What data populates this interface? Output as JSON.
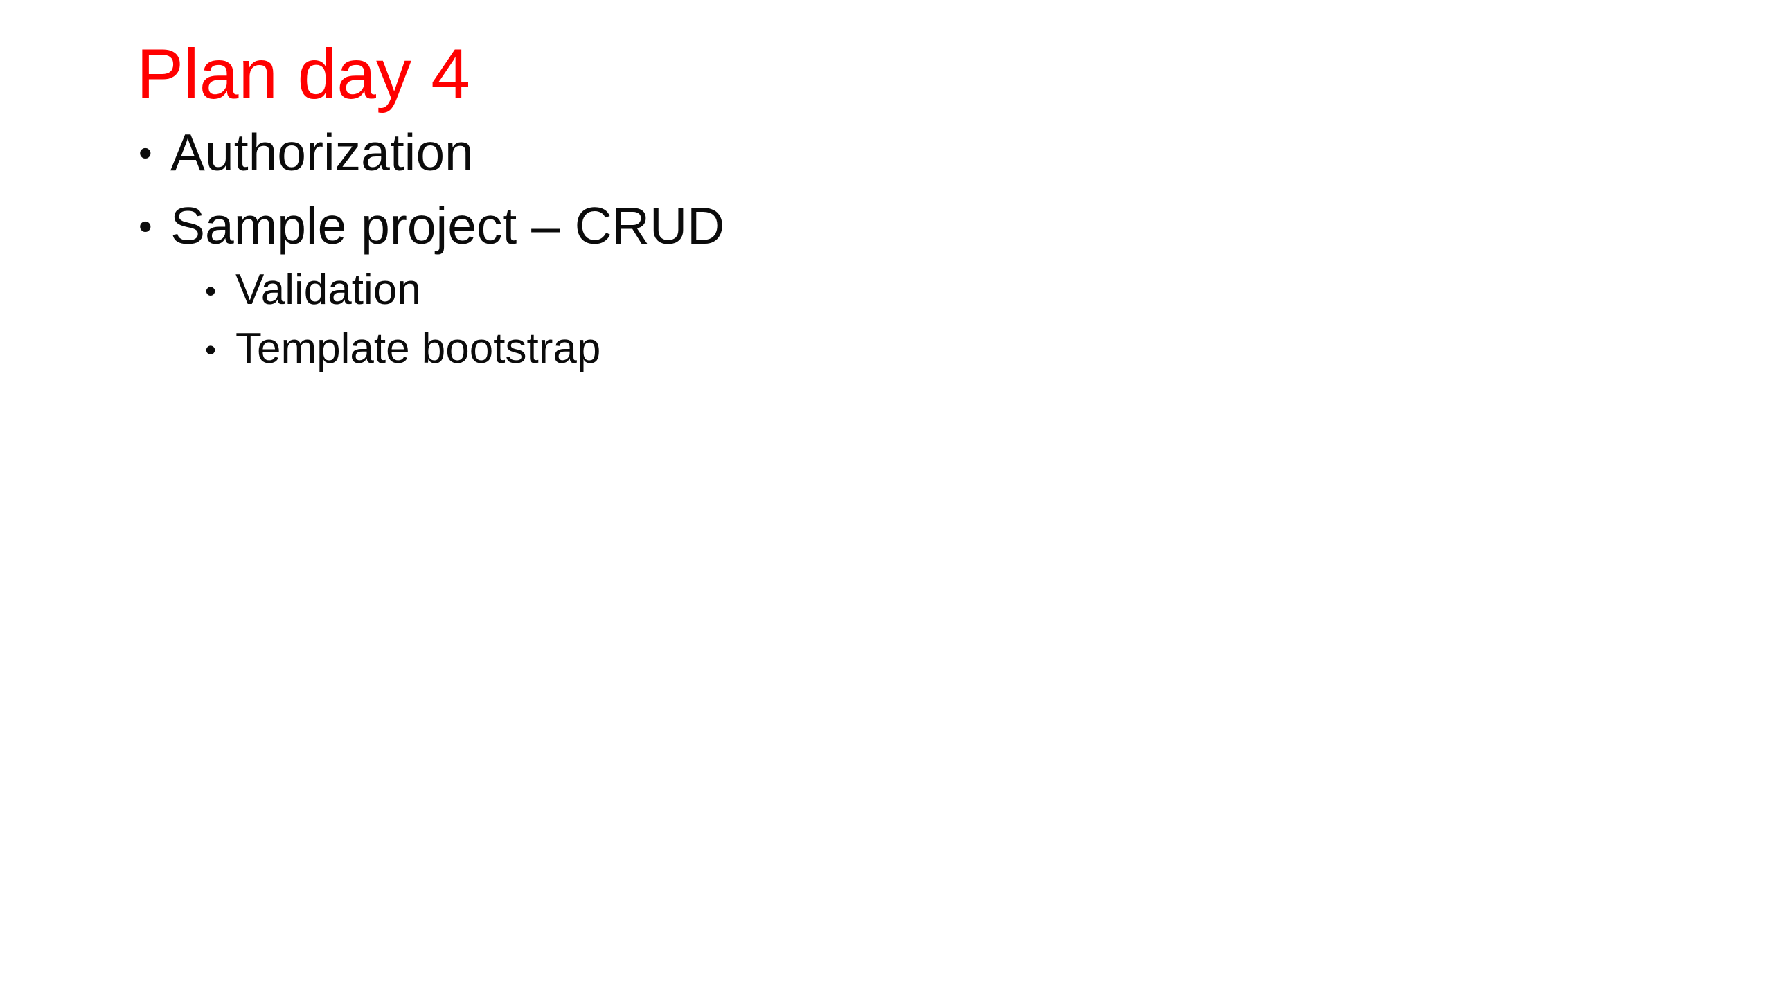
{
  "slide": {
    "background_color": "#FFFFFF",
    "title": {
      "text": "Plan day 4",
      "color": "#FF0000"
    },
    "text_color": "#0B0B0B",
    "bullet_char": "•",
    "bullets": [
      {
        "text": "Authorization",
        "level": 1
      },
      {
        "text": "Sample project – CRUD",
        "level": 1
      },
      {
        "text": "Validation",
        "level": 2
      },
      {
        "text": "Template bootstrap",
        "level": 2
      }
    ]
  }
}
